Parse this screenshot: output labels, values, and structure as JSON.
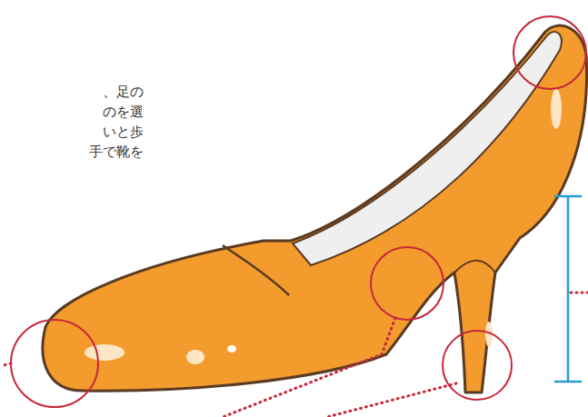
{
  "diagram": {
    "labels": [
      "、足の",
      "のを選",
      "いと歩",
      "手で靴を"
    ]
  }
}
